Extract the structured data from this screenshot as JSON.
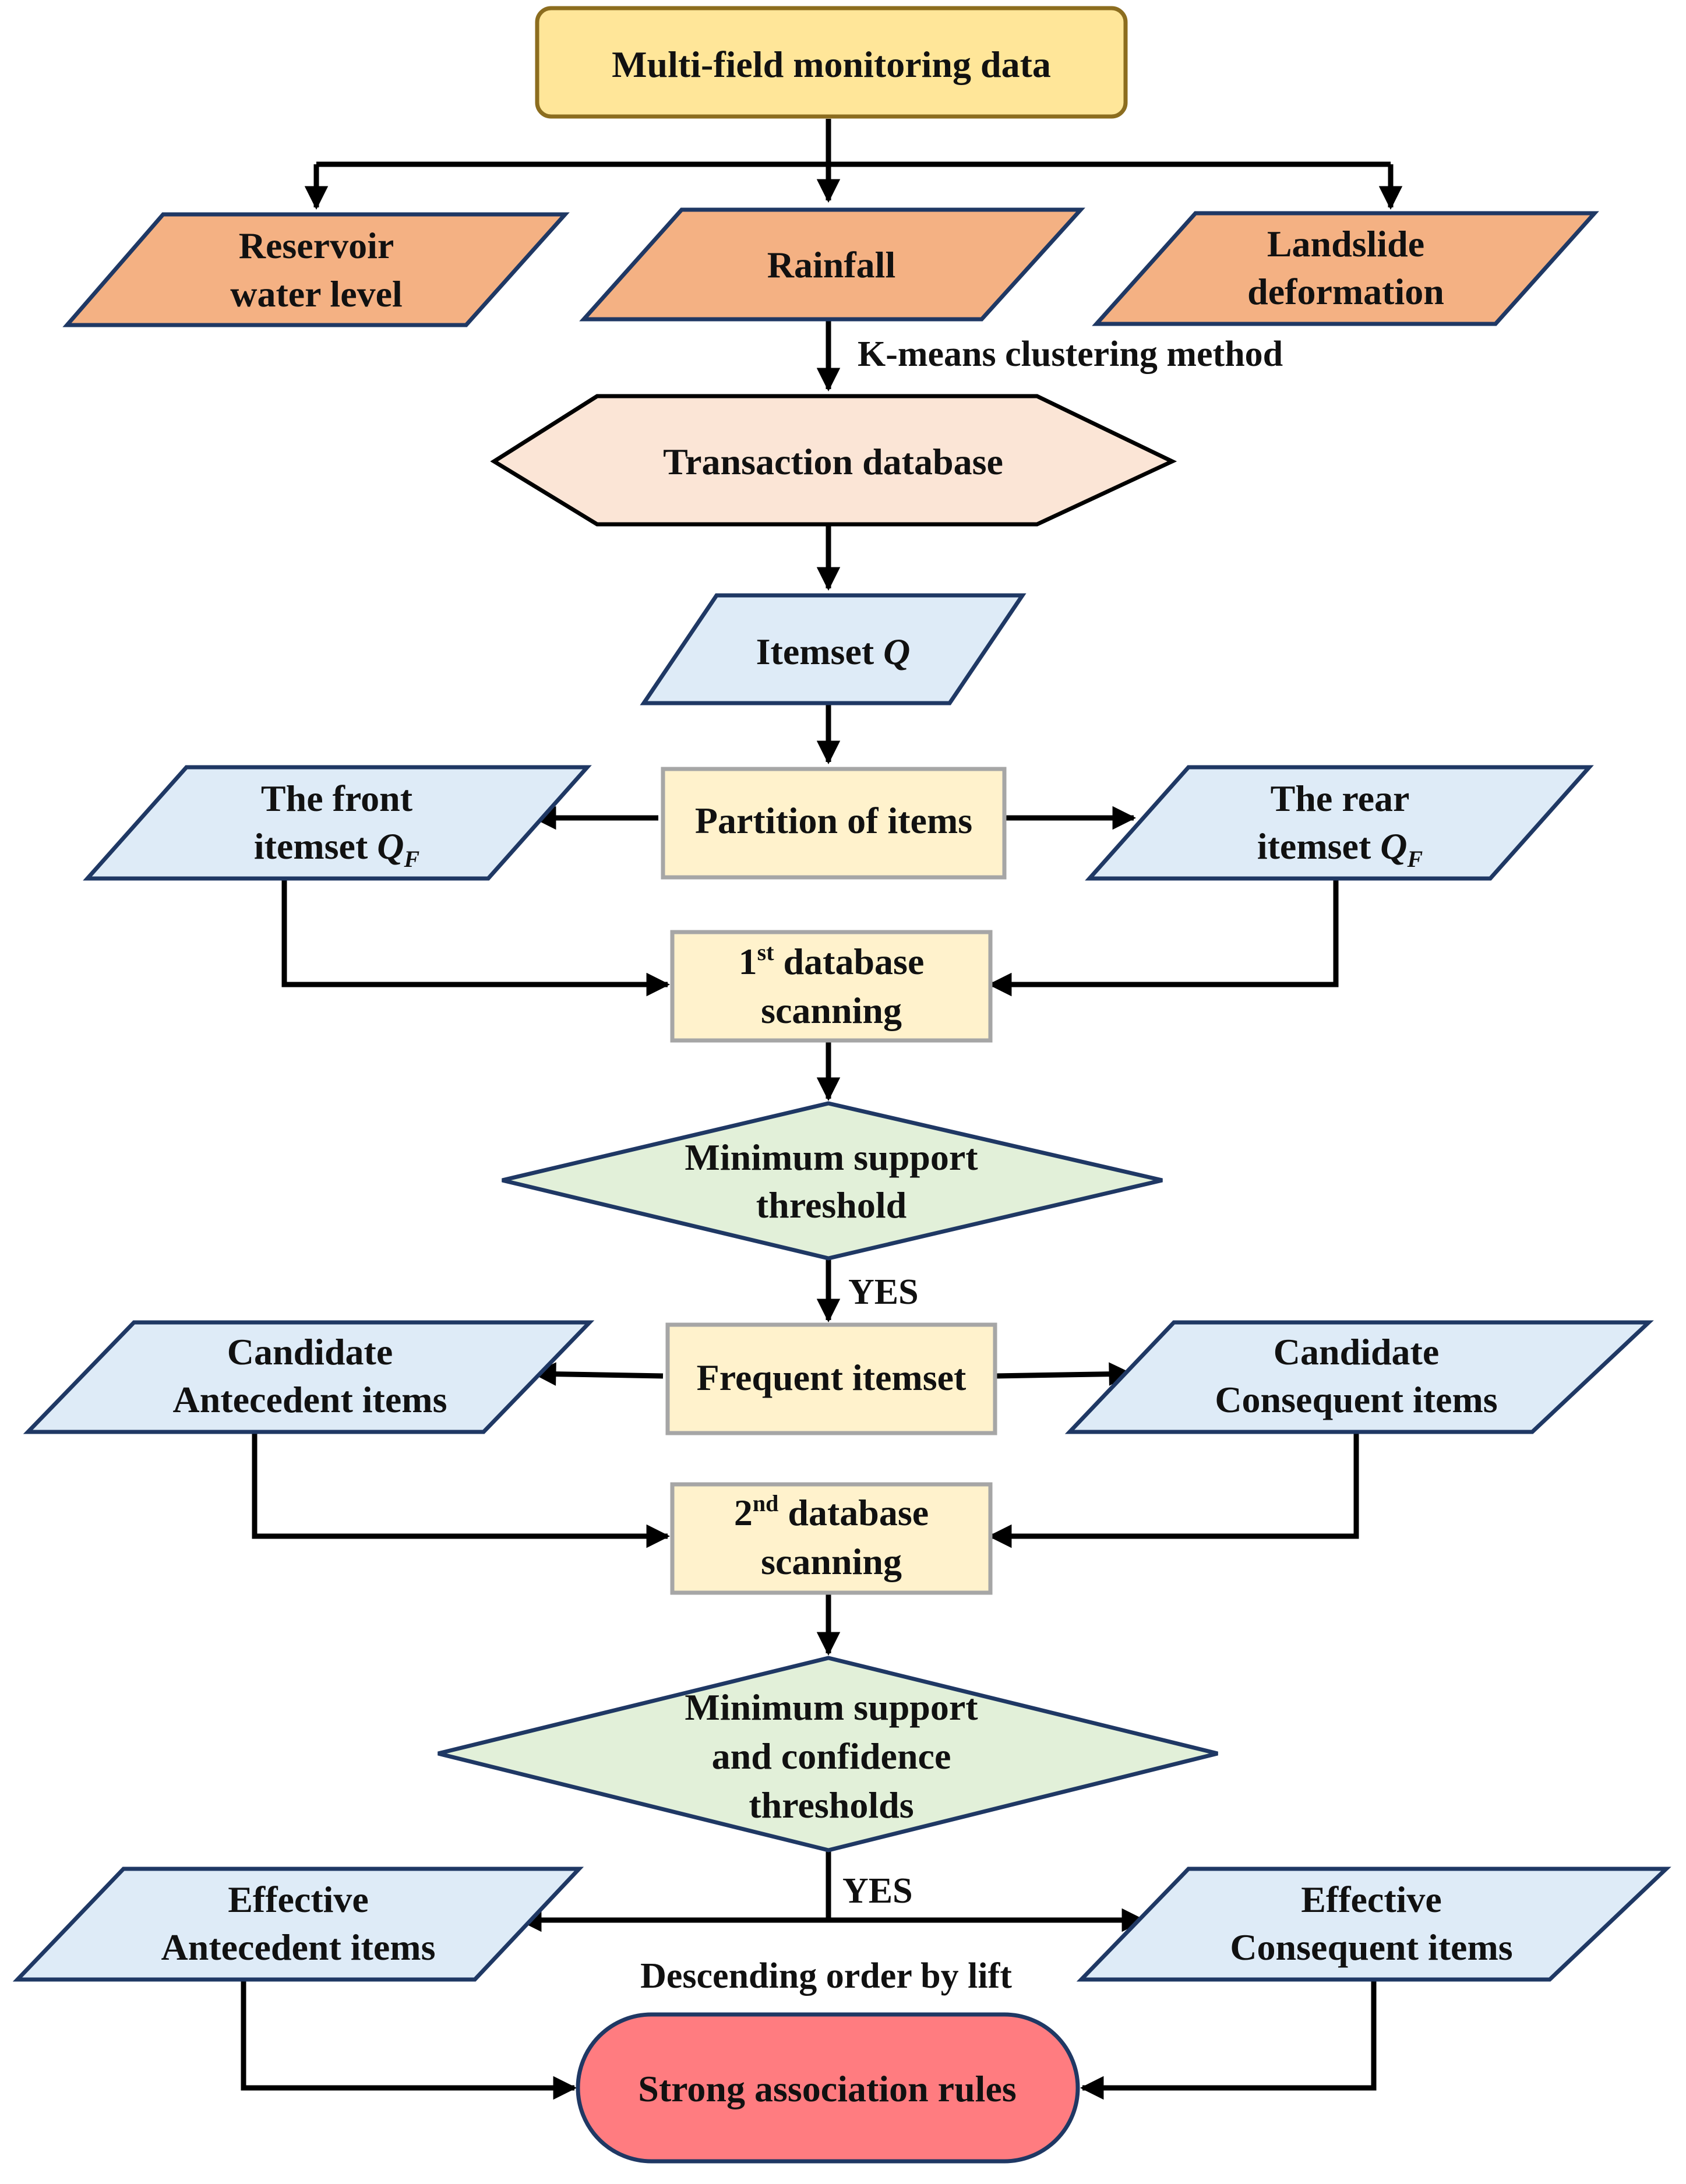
{
  "colors": {
    "source_fill": "#FFE699",
    "source_stroke": "#8C6D1F",
    "input_fill": "#F4B183",
    "database_fill": "#FBE5D6",
    "data_fill": "#DEEBF7",
    "process_fill": "#FFF2CC",
    "process_stroke": "#A6A6A6",
    "decision_fill": "#E2F0D9",
    "result_fill": "#FF7C80",
    "node_stroke": "#1F3864",
    "edge": "#000000"
  },
  "nodes": {
    "source": {
      "text": "Multi-field monitoring data"
    },
    "reservoir": {
      "line1": "Reservoir",
      "line2": "water level"
    },
    "rainfall": {
      "text": "Rainfall"
    },
    "landslide": {
      "line1": "Landslide",
      "line2": "deformation"
    },
    "transaction_db": {
      "text": "Transaction database"
    },
    "itemset_q": {
      "text": "Itemset ",
      "symbol": "Q"
    },
    "partition": {
      "text": "Partition of items"
    },
    "front_itemset": {
      "line1": "The front",
      "line2": "itemset ",
      "symbol": "Q",
      "subscript": "F"
    },
    "rear_itemset": {
      "line1": "The rear",
      "line2": "itemset ",
      "symbol": "Q",
      "subscript": "F"
    },
    "scan1": {
      "ordinal": "1",
      "suffix": "st",
      "line1_rest": " database",
      "line2": "scanning"
    },
    "min_support": {
      "line1": "Minimum support",
      "line2": "threshold"
    },
    "frequent_itemset": {
      "text": "Frequent itemset"
    },
    "candidate_antecedent": {
      "line1": "Candidate",
      "line2": "Antecedent items"
    },
    "candidate_consequent": {
      "line1": "Candidate",
      "line2": "Consequent items"
    },
    "scan2": {
      "ordinal": "2",
      "suffix": "nd",
      "line1_rest": " database",
      "line2": "scanning"
    },
    "min_support_conf": {
      "line1": "Minimum support",
      "line2": "and confidence",
      "line3": "thresholds"
    },
    "effective_antecedent": {
      "line1": "Effective",
      "line2": "Antecedent items"
    },
    "effective_consequent": {
      "line1": "Effective",
      "line2": "Consequent items"
    },
    "strong_rules": {
      "text": "Strong association rules"
    }
  },
  "edge_labels": {
    "kmeans": "K-means clustering method",
    "yes_1": "YES",
    "yes_2": "YES",
    "lift_order": "Descending order by lift"
  }
}
